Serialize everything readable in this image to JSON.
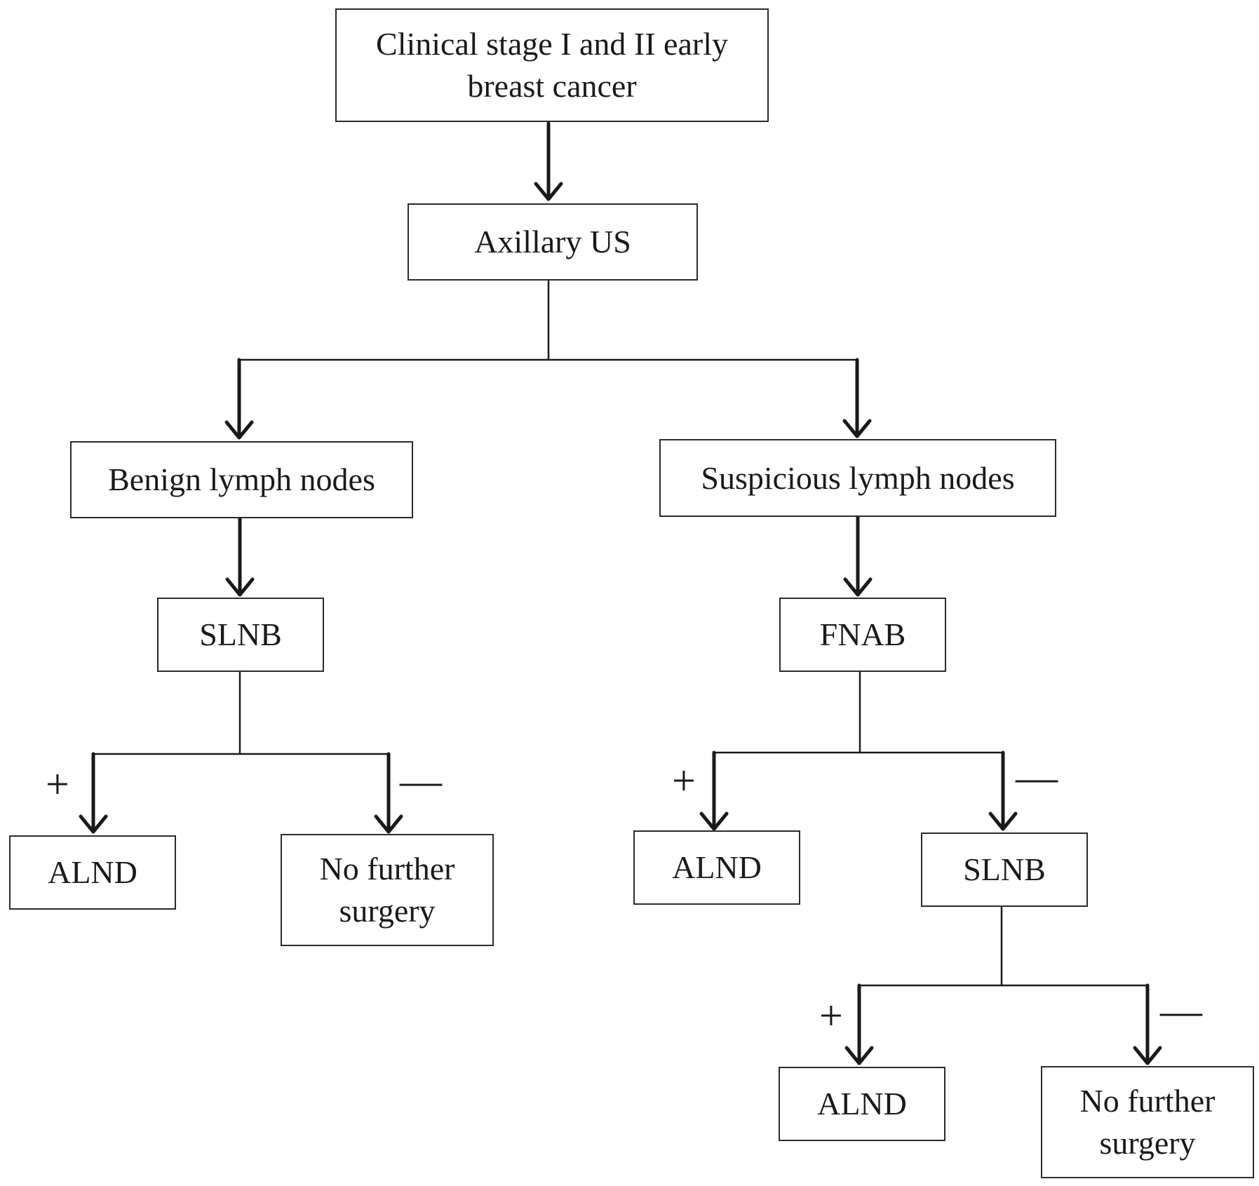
{
  "nodes": {
    "start": "Clinical  stage I and II early\nbreast cancer",
    "axillary_us": "Axillary  US",
    "benign": "Benign  lymph  nodes",
    "suspicious": "Suspicious  lymph  nodes",
    "slnb_left": "SLNB",
    "fnab": "FNAB",
    "alnd_left": "ALND",
    "no_further_left": "No further\nsurgery",
    "alnd_mid": "ALND",
    "slnb_right": "SLNB",
    "alnd_bottom": "ALND",
    "no_further_bottom": "No further\nsurgery"
  },
  "signs": {
    "plus": "+",
    "minus": "—"
  },
  "colors": {
    "line": "#1a1a1a",
    "box_border": "#2b2b2b",
    "background": "#ffffff"
  }
}
